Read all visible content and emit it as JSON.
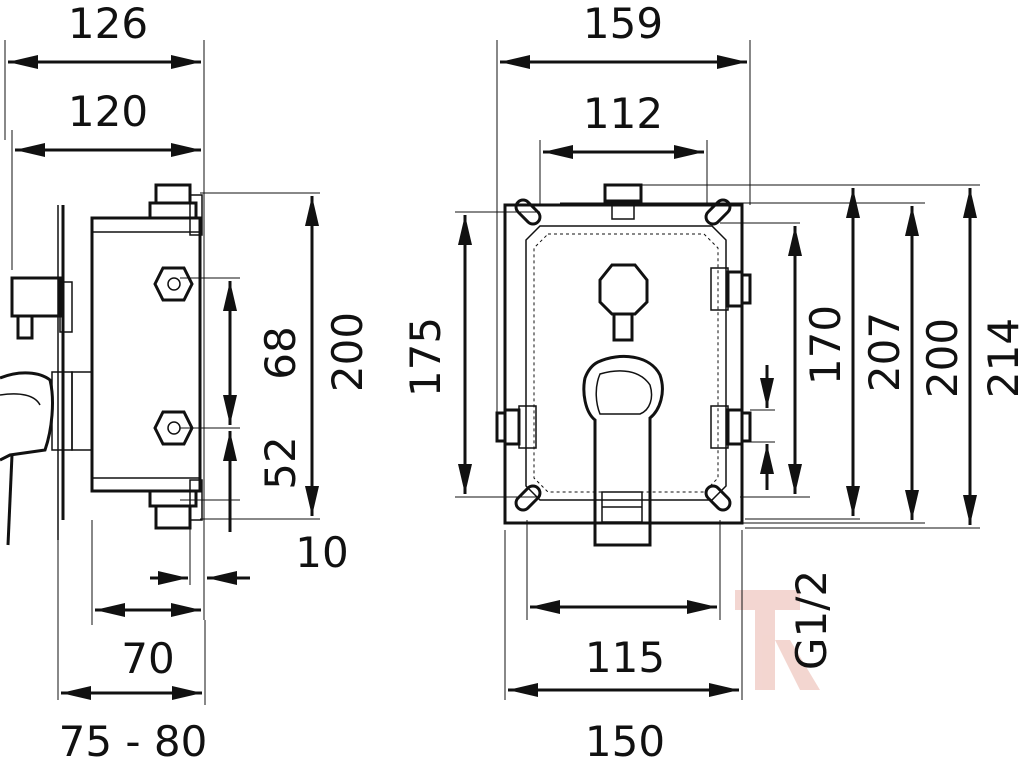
{
  "side_view": {
    "dim_126": "126",
    "dim_120": "120",
    "dim_200": "200",
    "dim_68": "68",
    "dim_52": "52",
    "dim_10": "10",
    "dim_70": "70",
    "dim_75_80": "75 - 80"
  },
  "front_view": {
    "dim_159": "159",
    "dim_112": "112",
    "dim_175": "175",
    "dim_170": "170",
    "dim_207": "207",
    "dim_200": "200",
    "dim_214": "214",
    "dim_115": "115",
    "dim_150": "150",
    "thread": "G1/2"
  },
  "watermark": {
    "color": "#f2d2cc"
  }
}
